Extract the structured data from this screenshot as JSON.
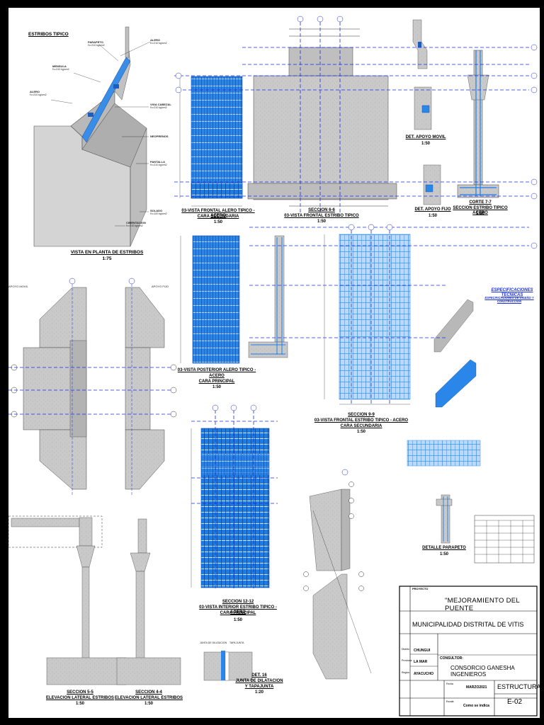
{
  "views": {
    "isometric_title": "ESTRIBOS TIPICO",
    "isometric_callouts": {
      "parapeto": "PARAPETO",
      "parapeto_spec": "f'c=210 kg/cm2",
      "alero_top": "ALERO",
      "alero_top_spec": "f'c=210 kg/cm2",
      "mensula": "MENSULA",
      "mensula_spec": "f'c=210 kg/cm2",
      "alero_left": "ALERO",
      "alero_left_spec": "f'c=210 kg/cm2",
      "viga_cabezal": "VIGA CABEZAL",
      "viga_cabezal_spec": "f'c=210 kg/cm2",
      "neoprenos": "NEOPRENOS",
      "pantalla": "PANTALLA",
      "pantalla_spec": "f'c=210 kg/cm2",
      "solado": "SOLADO",
      "solado_spec": "f'c=100 kg/cm2",
      "cimentacion": "CIMENTACION",
      "cimentacion_spec": "f'c=210 kg/cm2"
    },
    "plan_title": "VISTA EN PLANTA DE ESTRIBOS",
    "plan_scale": "1:75",
    "plan_left_label": "APOYO MOVIL",
    "plan_right_label": "APOYO FIJO",
    "alero_front_title_1": "03-VISTA FRONTAL ALERO TIPICO - ACERO",
    "alero_front_title_2": "CARA SECUNDARIA",
    "alero_front_scale": "1:50",
    "sec66_title_1": "SECCION 6-6",
    "sec66_title_2": "03-VISTA FRONTAL ESTRIBO TIPICO",
    "sec66_scale": "1:50",
    "apoyo_movil_title": "DET. APOYO MOVIL",
    "apoyo_movil_scale": "1:50",
    "apoyo_fijo_title": "DET. APOYO FIJO",
    "apoyo_fijo_scale": "1:50",
    "corte77_title_1": "CORTE 7-7",
    "corte77_title_2": "SECCION ESTRIBO TIPICO ACERO",
    "corte77_scale": "1:50",
    "alero_post_title_1": "03-VISTA POSTERIOR  ALERO TIPICO -",
    "alero_post_title_2": "ACERO",
    "alero_post_title_3": "CARA PRINCIPAL",
    "alero_post_scale": "1:50",
    "sec99_title_1": "SECCION 9-9",
    "sec99_title_2": "03-VISTA FRONTAL ESTRIBO TIPICO - ACERO",
    "sec99_title_3": "CARA SECUNDARIA",
    "sec99_scale": "1:50",
    "specs_title": "ESPECIFICACIONES TECNICAS",
    "specs_subtitle": "ESPECIFICACIONES DE DISEÑO Y CONSTRUCCION",
    "parapeto_title": "DETALLE PARAPETO",
    "parapeto_scale": "1:50",
    "sec55_title_1": "SECCION 5-5",
    "sec55_title_2": "ELEVACION LATERAL ESTRIBOS",
    "sec55_scale": "1:50",
    "sec44_title_1": "SECCION 4-4",
    "sec44_title_2": "ELEVACION LATERAL ESTRIBOS",
    "sec44_scale": "1:50",
    "sec1212_title_1": "SECCION 12-12",
    "sec1212_title_2": "03-VISTA INTERIOR ESTRIBO TIPICO - ACERO",
    "sec1212_title_3": "CARA PRINCIPAL",
    "sec1212_scale": "1:50",
    "det16_title_1": "DET. 16",
    "det16_title_2": "JUNTA DE DILATACION",
    "det16_title_3": "Y TAPAJUNTA",
    "det16_scale": "1:20",
    "det16_note_1": "JUNTA DE DILATACION",
    "det16_note_2": "TAPA JUNTA"
  },
  "title_block": {
    "proyecto_label": "PROYECTO",
    "proyecto": "\"MEJORAMIENTO DEL PUENTE",
    "entity": "MUNICIPALIDAD DISTRITAL DE VITIS",
    "distrito_label": "Distrito",
    "distrito": "CHUNGUI",
    "provincia_label": "Provincia",
    "provincia": "LA MAR",
    "region_label": "Región",
    "region": "AYACUCHO",
    "consultor_label": "CONSULTOR:",
    "consultor": "CONSORCIO GANESHA INGENIEROS",
    "fecha_label": "Fecha",
    "fecha": "MARZO2021",
    "escala_label": "Escala",
    "escala": "Como se indica",
    "especialidad": "ESTRUCTURAS",
    "lamina": "E-02"
  },
  "colors": {
    "rebar": "#1f7fe6",
    "rebar_dark": "#0b57b8",
    "concrete": "#c8c8c8",
    "axis_line": "#1a2fd6",
    "sheet": "#ffffff",
    "border": "#000000"
  }
}
